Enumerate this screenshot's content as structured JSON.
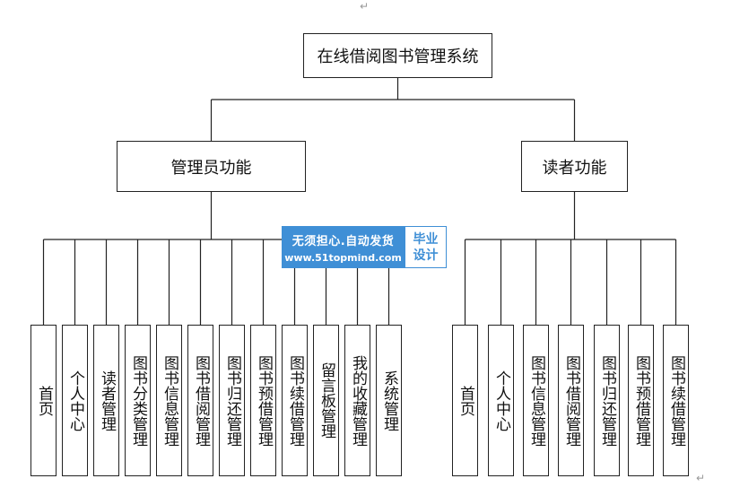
{
  "root": {
    "label": "在线借阅图书管理系统"
  },
  "branches": [
    {
      "label": "管理员功能",
      "children": [
        "首页",
        "个人中心",
        "读者管理",
        "图书分类管理",
        "图书信息管理",
        "图书借阅管理",
        "图书归还管理",
        "图书预借管理",
        "图书续借管理",
        "留言板管理",
        "我的收藏管理",
        "系统管理"
      ]
    },
    {
      "label": "读者功能",
      "children": [
        "首页",
        "个人中心",
        "图书信息管理",
        "图书借阅管理",
        "图书归还管理",
        "图书预借管理",
        "图书续借管理"
      ]
    }
  ],
  "watermark": {
    "line1": "无须担心.自动发货",
    "line2": "www.51topmind.com",
    "badge_line1": "毕业",
    "badge_line2": "设计",
    "color": "#3f8fd6"
  },
  "paragraph_mark": "↵"
}
